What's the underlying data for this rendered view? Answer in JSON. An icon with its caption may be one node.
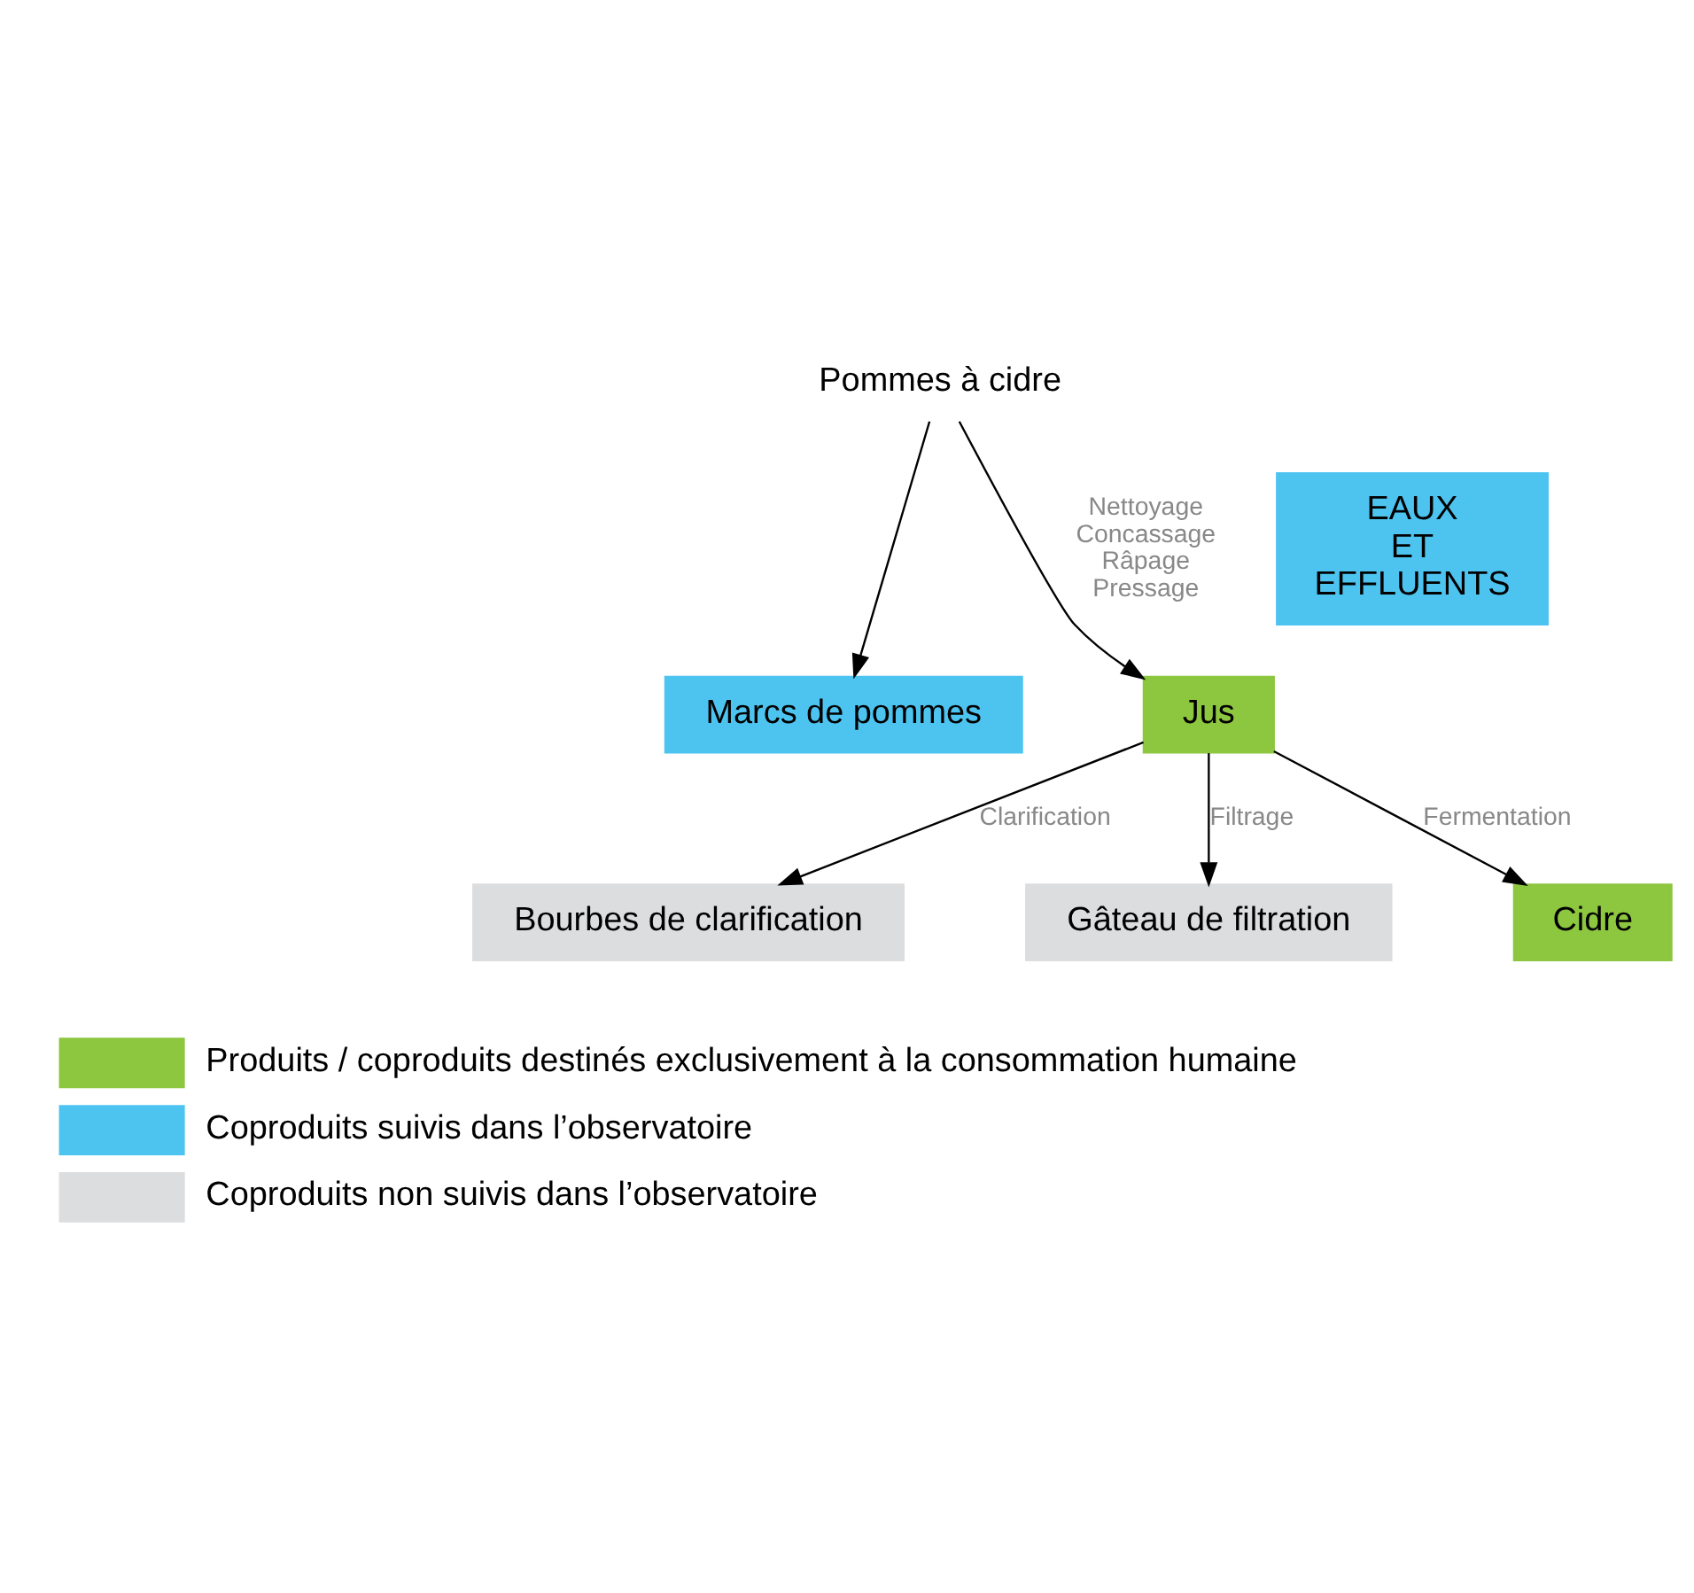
{
  "diagram": {
    "nodes": [
      {
        "text": [
          "Pommes à cidre"
        ]
      },
      {
        "text": [
          "Marcs de pommes"
        ]
      },
      {
        "text": [
          "Jus"
        ]
      },
      {
        "text": [
          "Bourbes de clarification"
        ]
      },
      {
        "text": [
          "Gâteau de filtration"
        ]
      },
      {
        "text": [
          "Cidre"
        ]
      },
      {
        "text": [
          "EAUX ET EFFLUENTS"
        ]
      }
    ],
    "edges": [
      {
        "from": 0,
        "to": 1,
        "arrow": "to"
      },
      {
        "from": 0,
        "to": 2,
        "arrow": "to",
        "label": "Nettoyage Concassage Râpage Pressage"
      },
      {
        "from": 2,
        "to": 3,
        "arrow": "to",
        "label": "Clarification"
      },
      {
        "from": 2,
        "to": 5,
        "arrow": "to",
        "label": "Fermentation"
      },
      {
        "from": 2,
        "to": 4,
        "arrow": "to",
        "label": "Filtrage"
      }
    ],
    "legend": [
      {
        "text": "Produits / coproduits destinés exclusivement à la consommation humaine",
        "color": "#8dc63f"
      },
      {
        "text": "Coproduits suivis dans l’observatoire",
        "color": "#4dc4f0"
      },
      {
        "text": "Coproduits non suivis dans l’observatoire",
        "color": "#dcdddf"
      }
    ]
  }
}
